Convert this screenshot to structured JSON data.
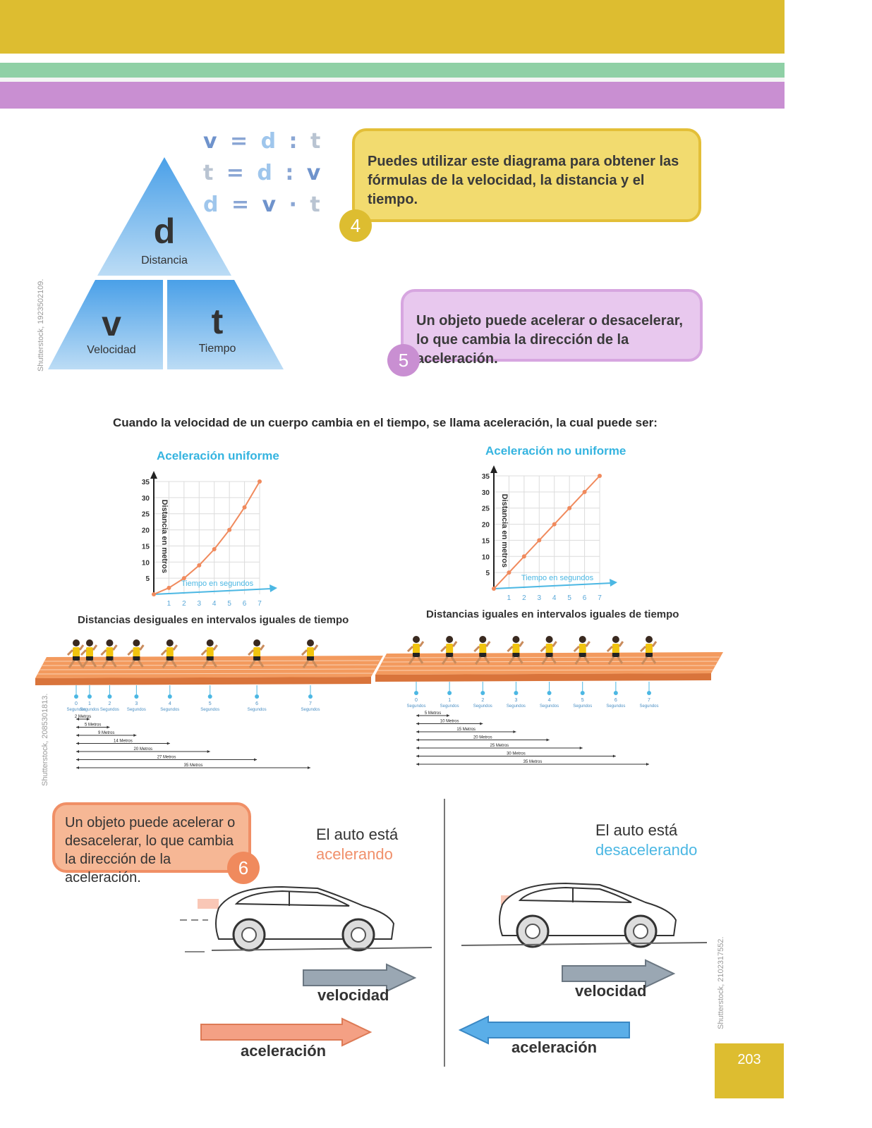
{
  "formulas": [
    {
      "left": "v",
      "op": "=",
      "a": "d",
      "sep": ":",
      "b": "t"
    },
    {
      "left": "t",
      "op": "=",
      "a": "d",
      "sep": ":",
      "b": "v"
    },
    {
      "left": "d",
      "op": "=",
      "a": "v",
      "sep": "·",
      "b": "t"
    }
  ],
  "triangle": {
    "top_letter": "d",
    "top_label": "Distancia",
    "left_letter": "v",
    "left_label": "Velocidad",
    "right_letter": "t",
    "right_label": "Tiempo"
  },
  "credits": {
    "triangle": "Shutterstock, 1923502109.",
    "track": "Shutterstock, 2085301813.",
    "cars": "Shutterstock, 2102317552."
  },
  "callout4": {
    "number": "4",
    "text": "Puedes utilizar este diagrama para obtener las fórmulas de la velocidad, la distancia y el tiempo."
  },
  "callout5": {
    "number": "5",
    "text": "Un objeto puede acelerar o desacelerar, lo que cambia la dirección de la aceleración."
  },
  "callout6": {
    "number": "6",
    "text": "Un objeto puede acelerar o desacelerar, lo que cambia la dirección de la aceleración."
  },
  "intro": "Cuando la velocidad de un cuerpo cambia en el tiempo, se llama aceleración, la cual puede ser:",
  "chart_data": [
    {
      "type": "line",
      "title": "Aceleración uniforme",
      "xlabel": "Tiempo en segundos",
      "ylabel": "Distancia en metros",
      "x": [
        0,
        1,
        2,
        3,
        4,
        5,
        6,
        7
      ],
      "values": [
        0,
        2,
        5,
        9,
        14,
        20,
        27,
        35
      ],
      "x_ticks": [
        "1",
        "2",
        "3",
        "4",
        "5",
        "6",
        "7"
      ],
      "y_ticks": [
        "5",
        "10",
        "15",
        "20",
        "25",
        "30",
        "35"
      ],
      "xlim": [
        0,
        7
      ],
      "ylim": [
        0,
        35
      ],
      "color": "#f08a5d",
      "grid": true,
      "caption": "Distancias desiguales en intervalos iguales de tiempo"
    },
    {
      "type": "line",
      "title": "Aceleración no uniforme",
      "xlabel": "Tiempo en segundos",
      "ylabel": "Distancia en metros",
      "x": [
        0,
        1,
        2,
        3,
        4,
        5,
        6,
        7
      ],
      "values": [
        0,
        5,
        10,
        15,
        20,
        25,
        30,
        35
      ],
      "x_ticks": [
        "1",
        "2",
        "3",
        "4",
        "5",
        "6",
        "7"
      ],
      "y_ticks": [
        "5",
        "10",
        "15",
        "20",
        "25",
        "30",
        "35"
      ],
      "xlim": [
        0,
        7
      ],
      "ylim": [
        0,
        35
      ],
      "color": "#f08a5d",
      "grid": true,
      "caption": "Distancias iguales en intervalos iguales de tiempo"
    }
  ],
  "track_left": {
    "ticks": [
      "0",
      "1",
      "2",
      "3",
      "4",
      "5",
      "6",
      "7"
    ],
    "tick_unit": "Segundos",
    "tick_times": [
      0,
      1,
      2,
      3,
      4,
      5,
      6,
      7
    ],
    "distances": [
      2,
      5,
      9,
      14,
      20,
      27,
      35
    ],
    "distance_labels": [
      "2 Metros",
      "5 Metros",
      "9 Metros",
      "14 Metros",
      "20 Metros",
      "27 Metros",
      "35 Metros"
    ]
  },
  "track_right": {
    "ticks": [
      "0",
      "1",
      "2",
      "3",
      "4",
      "5",
      "6",
      "7"
    ],
    "tick_unit": "Segundos",
    "tick_times": [
      0,
      1,
      2,
      3,
      4,
      5,
      6,
      7
    ],
    "distances": [
      5,
      10,
      15,
      20,
      25,
      30,
      35
    ],
    "distance_labels": [
      "5 Metros",
      "10 Metros",
      "15 Metros",
      "20 Metros",
      "25 Metros",
      "30 Metros",
      "35 Metros"
    ]
  },
  "car_left": {
    "line1": "El auto está",
    "line2": "acelerando",
    "velocity": "velocidad",
    "acceleration": "aceleración"
  },
  "car_right": {
    "line1": "El auto está",
    "line2": "desacelerando",
    "velocity": "velocidad",
    "acceleration": "aceleración"
  },
  "colors": {
    "yellow": "#ddbd30",
    "green": "#8fd0a6",
    "purple": "#c98fd2",
    "orange": "#f0906b",
    "blue": "#4bb7e3",
    "triangle": "#8fc1ee"
  },
  "page_number": "203"
}
